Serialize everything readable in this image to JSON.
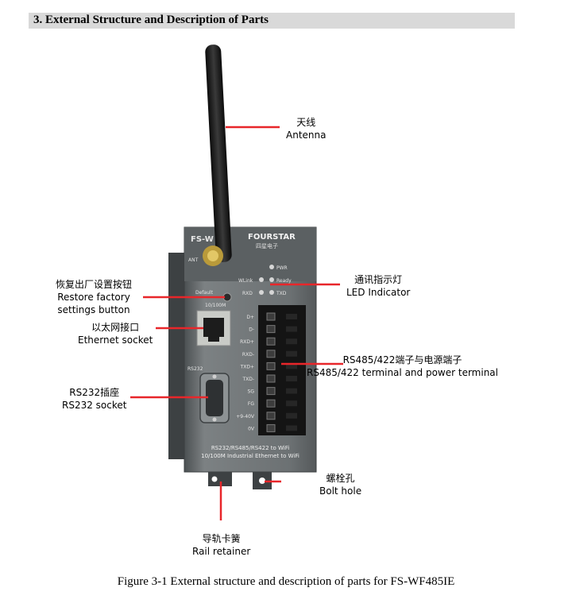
{
  "section": {
    "title": "3. External Structure and Description of Parts"
  },
  "device": {
    "model_prefix": "FS-W",
    "brand": "FOURSTAR",
    "brand_cn": "四星电子",
    "ant_label": "ANT",
    "default_label": "Default",
    "ethernet_label": "10/100M",
    "rs232_label": "RS232",
    "leds": [
      "PWR",
      "WLink",
      "Ready",
      "RXD",
      "TXD"
    ],
    "terminals": [
      "D+",
      "D-",
      "RXD+",
      "RXD-",
      "TXD+",
      "TXD-",
      "SG",
      "FG",
      "+9-40V",
      "0V"
    ],
    "footer_line1": "RS232/RS485/RS422 to WiFi",
    "footer_line2": "10/100M Industrial Ethernet to WiFi"
  },
  "callouts": {
    "antenna": {
      "cn": "天线",
      "en": "Antenna"
    },
    "led": {
      "cn": "通讯指示灯",
      "en": "LED Indicator"
    },
    "restore": {
      "cn": "恢复出厂设置按钮",
      "en1": "Restore factory",
      "en2": "settings button"
    },
    "ethernet": {
      "cn": "以太网接口",
      "en": "Ethernet socket"
    },
    "terminal": {
      "cn": "RS485/422端子与电源端子",
      "en": "RS485/422 terminal and power terminal"
    },
    "rs232": {
      "cn": "RS232插座",
      "en": "RS232 socket"
    },
    "bolt": {
      "cn": "螺栓孔",
      "en": "Bolt hole"
    },
    "rail": {
      "cn": "导轨卡簧",
      "en": "Rail retainer"
    }
  },
  "caption": "Figure 3-1 External structure and description of parts for FS-WF485IE",
  "colors": {
    "leader": "#e8262a",
    "device_body": "#6f7476",
    "title_bar": "#d9d9d9"
  }
}
